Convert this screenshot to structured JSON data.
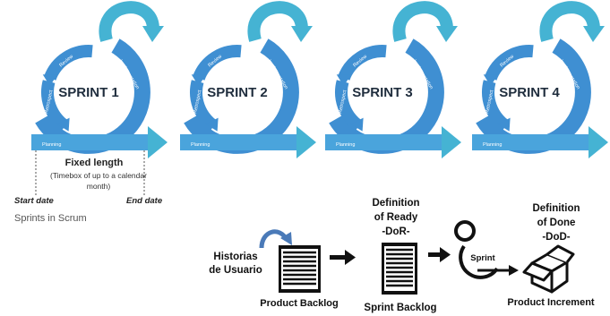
{
  "sprints": [
    {
      "title": "SPRINT 1",
      "review": "Review",
      "implementation": "Implementation",
      "retrospect": "Retrospect",
      "planning": "Planning"
    },
    {
      "title": "SPRINT 2",
      "review": "Review",
      "implementation": "Implementation",
      "retrospect": "Retrospect",
      "planning": "Planning"
    },
    {
      "title": "SPRINT 3",
      "review": "Review",
      "implementation": "Implementation",
      "retrospect": "Retrospect",
      "planning": "Planning"
    },
    {
      "title": "SPRINT 4",
      "review": "Review",
      "implementation": "Implementation",
      "retrospect": "Retrospect",
      "planning": "Planning"
    }
  ],
  "timeline": {
    "fixed_length": "Fixed length",
    "timebox": "(Timebox of up to a calendar month)",
    "start_date": "Start date",
    "end_date": "End date"
  },
  "caption": "Sprints in Scrum",
  "flow": {
    "historias_line1": "Historias",
    "historias_line2": "de Usuario",
    "product_backlog": "Product Backlog",
    "dor_line1": "Definition",
    "dor_line2": "of Ready",
    "dor_line3": "-DoR-",
    "sprint_backlog": "Sprint Backlog",
    "sprint_word": "Sprint",
    "dod_line1": "Definition",
    "dod_line2": "of Done",
    "dod_line3": "-DoD-",
    "product_increment": "Product Increment"
  },
  "colors": {
    "cycle_blue": "#3f8fd2",
    "loop_teal": "#45b3d3",
    "planning_bar": "#4aa4dc"
  }
}
